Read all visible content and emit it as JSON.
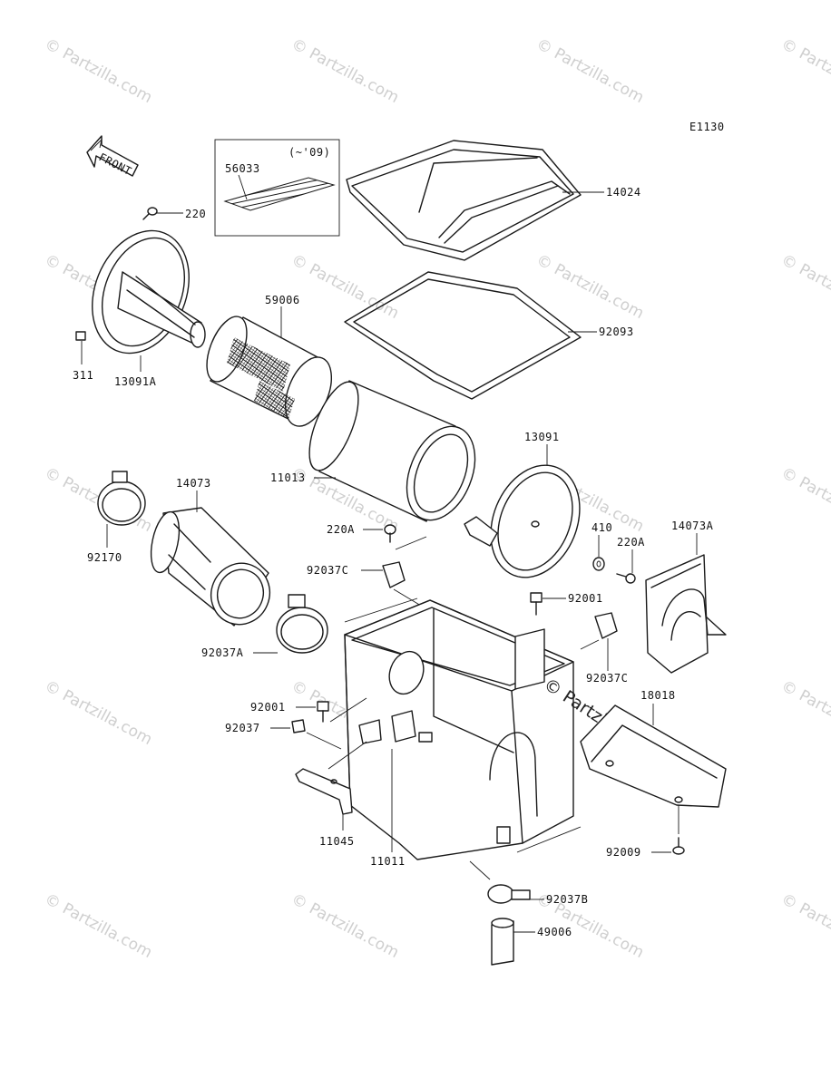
{
  "diagram_code": "E1130",
  "front_arrow_label": "FRONT",
  "inset_note": "(~'09)",
  "watermark_text": "© Partzilla.com",
  "watermark_center_text": "© Partzilla.com",
  "colors": {
    "ink": "#1a1a1a",
    "watermark": "#cfcfcf",
    "background": "#ffffff"
  },
  "part_labels": {
    "p220": "220",
    "p311": "311",
    "p13091A": "13091A",
    "p56033": "56033",
    "p14024": "14024",
    "p59006": "59006",
    "p92093": "92093",
    "p11013": "11013",
    "p13091": "13091",
    "p14073": "14073",
    "p92170": "92170",
    "p220A_left": "220A",
    "p410": "410",
    "p220A_right": "220A",
    "p14073A": "14073A",
    "p92037C_left": "92037C",
    "p92001_top": "92001",
    "p92037C_right": "92037C",
    "p92037A": "92037A",
    "p92001_mid": "92001",
    "p18018": "18018",
    "p92037": "92037",
    "p11045": "11045",
    "p11011": "11011",
    "p92009": "92009",
    "p92037B": "92037B",
    "p49006": "49006"
  }
}
